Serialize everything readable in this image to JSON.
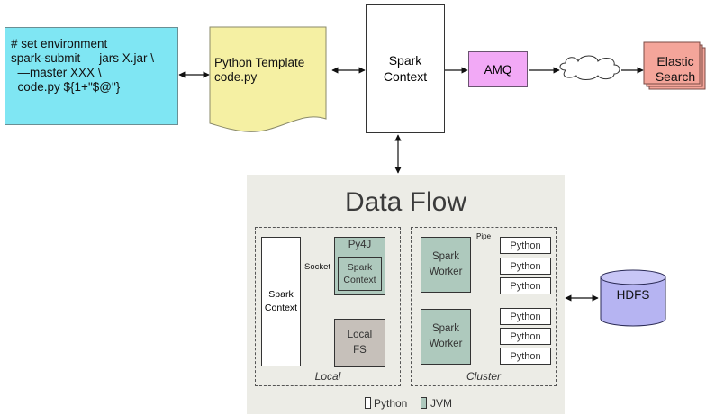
{
  "top_flow": {
    "env_script_lines": [
      "# set environment",
      "spark-submit  —jars X.jar \\",
      "  —master XXX \\",
      "  code.py ${1+\"$@\"}"
    ],
    "template_lines": [
      "Python Template",
      "code.py"
    ],
    "spark_context_lines": [
      "Spark",
      "Context"
    ],
    "amq": "AMQ",
    "elastic_lines": [
      "Elastic",
      "Search"
    ]
  },
  "data_flow": {
    "title": "Data Flow",
    "local": {
      "label": "Local",
      "spark_context_lines": [
        "Spark",
        "Context"
      ],
      "py4j": "Py4J",
      "inner_context_lines": [
        "Spark",
        "Context"
      ],
      "local_fs_lines": [
        "Local",
        "FS"
      ],
      "socket_label": "Socket"
    },
    "cluster": {
      "label": "Cluster",
      "worker_lines": [
        "Spark",
        "Worker"
      ],
      "pipe_label": "Pipe",
      "python_label": "Python"
    },
    "legend": {
      "python": "Python",
      "jvm": "JVM"
    }
  },
  "hdfs": "HDFS",
  "colors": {
    "env_box": "#7fe6f3",
    "template_doc": "#f5f0a3",
    "amq_box": "#f2a9f6",
    "elastic_box": "#f4a59a",
    "hdfs_db": "#b6b4f2",
    "jvm": "#aec9bd",
    "local_fs": "#c6c0ba",
    "panel_bg": "#ecece6"
  }
}
